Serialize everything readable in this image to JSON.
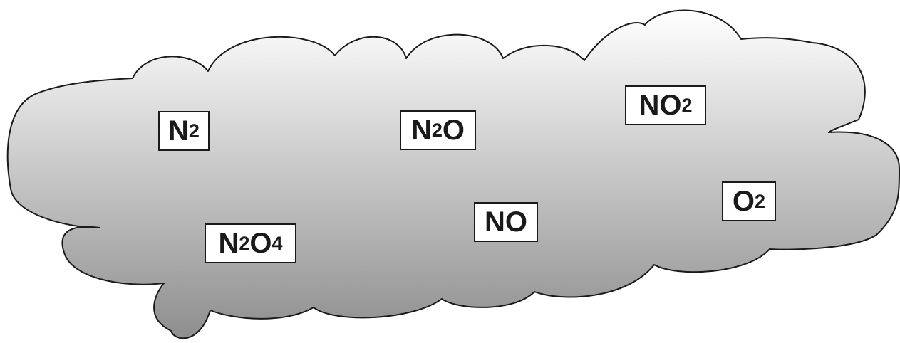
{
  "cloud": {
    "gradient_top": "#ffffff",
    "gradient_bottom": "#8e8e8e",
    "outline": "#1a1a1a"
  },
  "molecules": {
    "n2": {
      "base": "N",
      "sub": "2"
    },
    "n2o": {
      "base1": "N",
      "sub": "2",
      "base2": "O"
    },
    "no2": {
      "base": "NO",
      "sub": "2"
    },
    "o2": {
      "base": "O",
      "sub": "2"
    },
    "n2o4": {
      "base1": "N",
      "sub1": "2",
      "base2": "O",
      "sub2": "4"
    },
    "no": {
      "text": "NO"
    }
  }
}
